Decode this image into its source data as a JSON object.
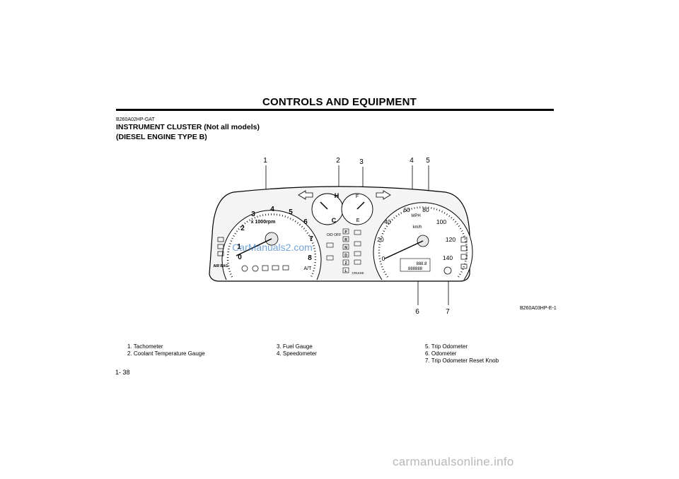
{
  "header": {
    "title": "CONTROLS AND EQUIPMENT"
  },
  "section": {
    "code": "B260A02HP-GAT",
    "heading_line1": "INSTRUMENT CLUSTER (Not all models)",
    "heading_line2": "(DIESEL ENGINE TYPE B)"
  },
  "figure": {
    "ref": "B260A03HP-E-1",
    "watermark": "CarManuals2.com",
    "callouts": [
      "1",
      "2",
      "3",
      "4",
      "5",
      "6",
      "7"
    ],
    "tachometer": {
      "ticks": [
        "1",
        "2",
        "3",
        "4",
        "5",
        "6",
        "7",
        "8"
      ],
      "unit": "x 1000rpm",
      "zero": "0",
      "at_label": "A/T"
    },
    "temp_gauge": {
      "hot": "H",
      "cold": "C"
    },
    "fuel_gauge": {
      "full": "F",
      "empty": "E"
    },
    "speedometer": {
      "mph_ticks": [
        "0",
        "20",
        "40",
        "60",
        "80",
        "100",
        "120",
        "140"
      ],
      "mph_unit": "MPH",
      "kmh_unit": "km/h",
      "odometer_display": "888888",
      "trip_display": "888.8"
    },
    "indicators": {
      "od_off": "O/D OFF",
      "gear_letters": [
        "P",
        "R",
        "N",
        "D",
        "2",
        "L"
      ],
      "cruise": "CRUISE",
      "airbag": "AIR BAG"
    }
  },
  "legend": {
    "col1": [
      "1.  Tachometer",
      "2.  Coolant Temperature Gauge"
    ],
    "col2": [
      "3.  Fuel Gauge",
      "4.  Speedometer"
    ],
    "col3": [
      "5.  Trip Odometer",
      "6.  Odometer",
      "7.  Trip Odometer Reset Knob"
    ]
  },
  "footer": {
    "page_number": "1- 38",
    "site": "carmanualsonline.info"
  }
}
